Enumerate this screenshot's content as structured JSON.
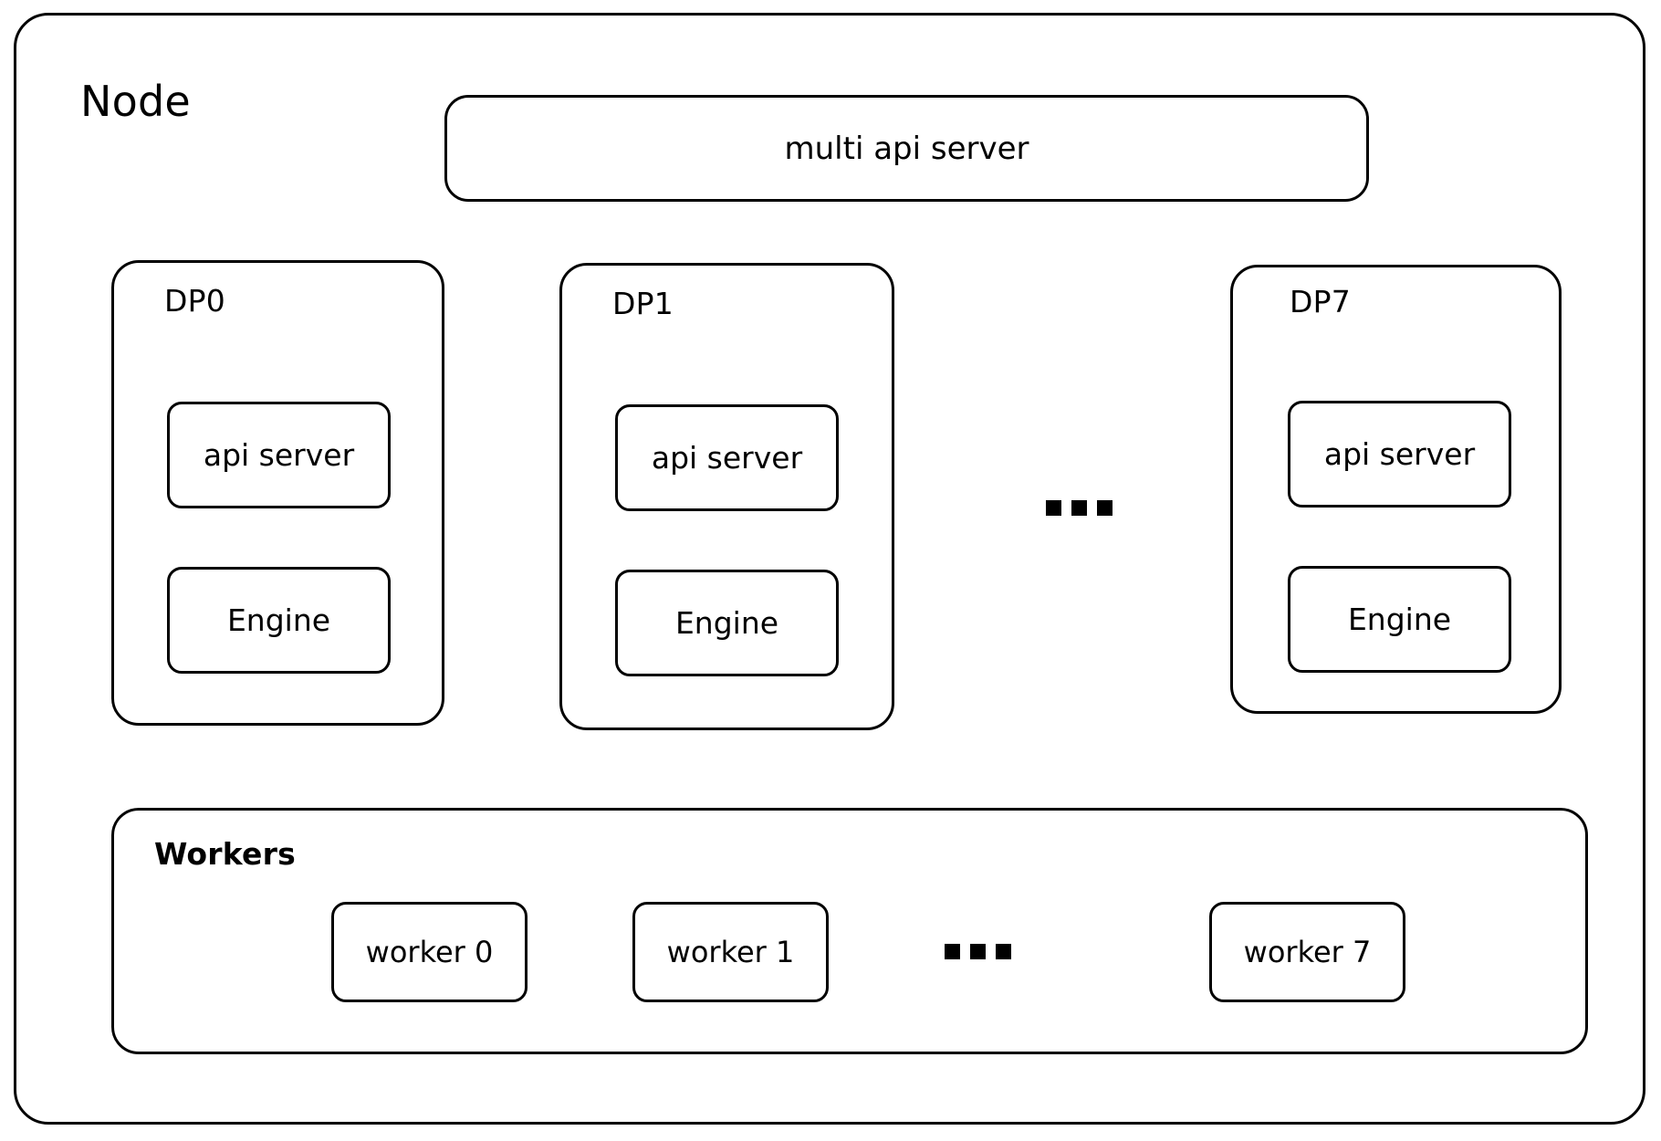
{
  "diagram": {
    "title": "Node",
    "banner": {
      "label": "multi api server"
    },
    "ellipsis_glyph": "...",
    "dp_groups": [
      {
        "label": "DP0",
        "components": [
          {
            "label": "api server"
          },
          {
            "label": "Engine"
          }
        ]
      },
      {
        "label": "DP1",
        "components": [
          {
            "label": "api server"
          },
          {
            "label": "Engine"
          }
        ]
      },
      {
        "label": "DP7",
        "components": [
          {
            "label": "api server"
          },
          {
            "label": "Engine"
          }
        ]
      }
    ],
    "workers": {
      "title": "Workers",
      "items": [
        {
          "label": "worker 0"
        },
        {
          "label": "worker 1"
        },
        {
          "label": "worker 7"
        }
      ]
    },
    "colors": {
      "stroke": "#000000",
      "fill": "#ffffff",
      "text": "#000000"
    }
  }
}
